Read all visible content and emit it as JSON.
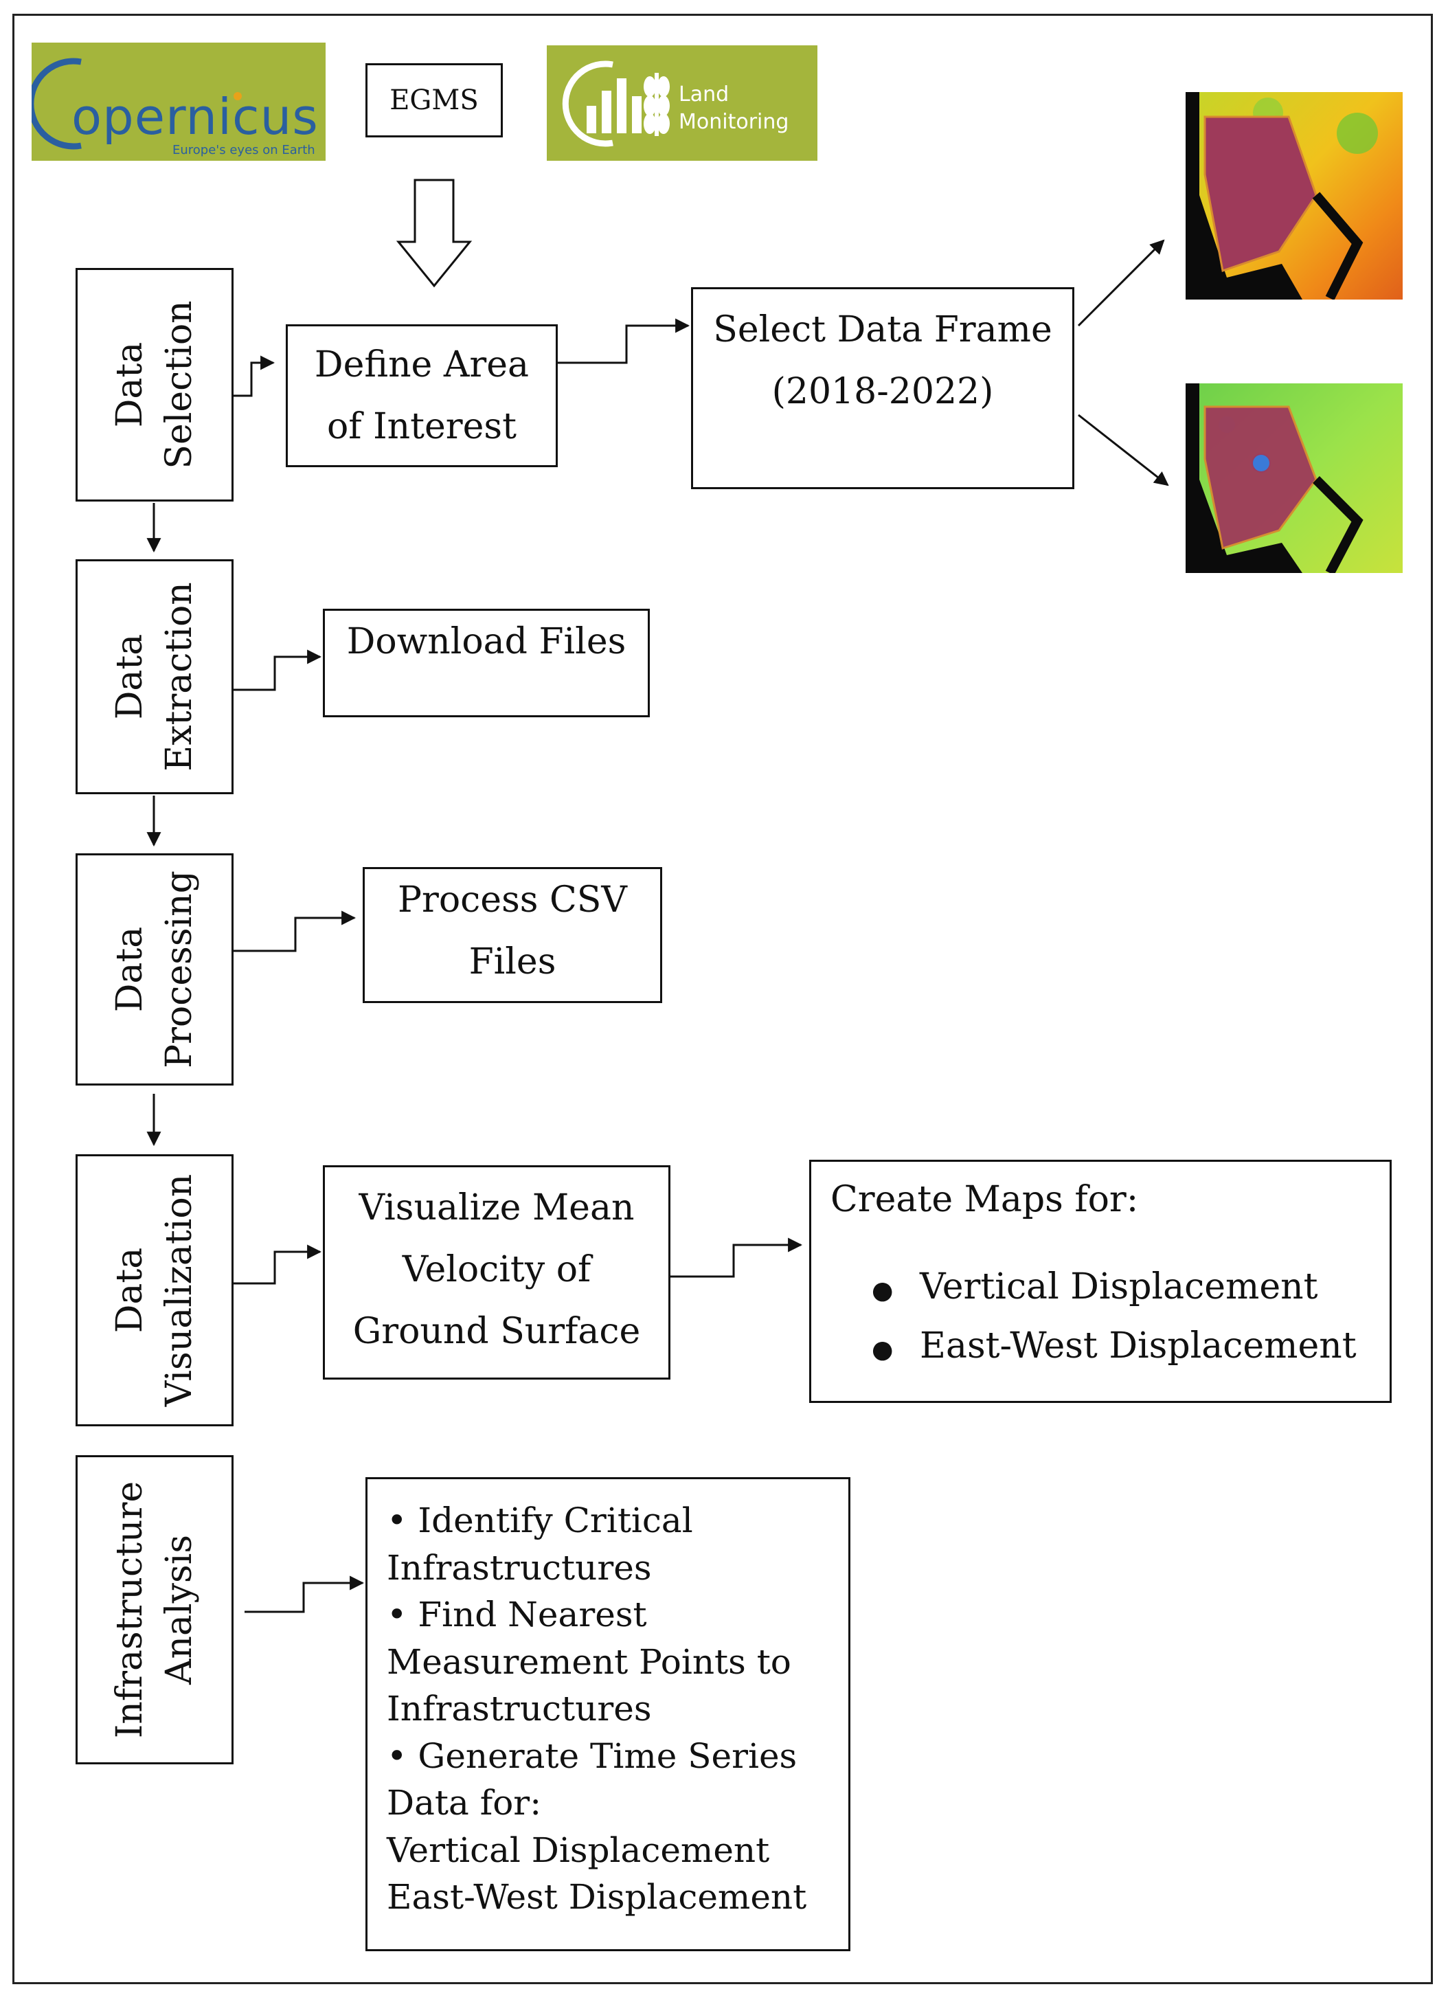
{
  "header": {
    "copernicus_name": "opernicus",
    "copernicus_tagline": "Europe's eyes on Earth",
    "egms_label": "EGMS",
    "land_monitoring_line1": "Land",
    "land_monitoring_line2": "Monitoring"
  },
  "stages": [
    {
      "line1": "Data",
      "line2": "Selection"
    },
    {
      "line1": "Data",
      "line2": "Extraction"
    },
    {
      "line1": "Data",
      "line2": "Processing"
    },
    {
      "line1": "Data",
      "line2": "Visualization"
    },
    {
      "line1": "Infrastructure",
      "line2": "Analysis"
    }
  ],
  "steps": {
    "define_aoi": [
      "Define Area",
      "of Interest"
    ],
    "select_frame": [
      "Select Data Frame",
      "(2018-2022)"
    ],
    "download": "Download Files",
    "process_csv": [
      "Process CSV",
      "Files"
    ],
    "visualize": [
      "Visualize Mean",
      "Velocity of",
      "Ground Surface"
    ],
    "maps": {
      "heading": "Create Maps for:",
      "items": [
        "Vertical Displacement",
        "East-West Displacement"
      ]
    },
    "infra_lines": [
      "•  Identify Critical",
      "Infrastructures",
      "•  Find Nearest",
      "Measurement Points to",
      "Infrastructures",
      "•  Generate Time Series",
      "Data for:",
      "Vertical Displacement",
      "East-West Displacement"
    ]
  },
  "colors": {
    "logo_green": "#a4b53c",
    "logo_blue": "#2a5fa0",
    "map_area": "#9e3a5a",
    "border": "#111111"
  }
}
